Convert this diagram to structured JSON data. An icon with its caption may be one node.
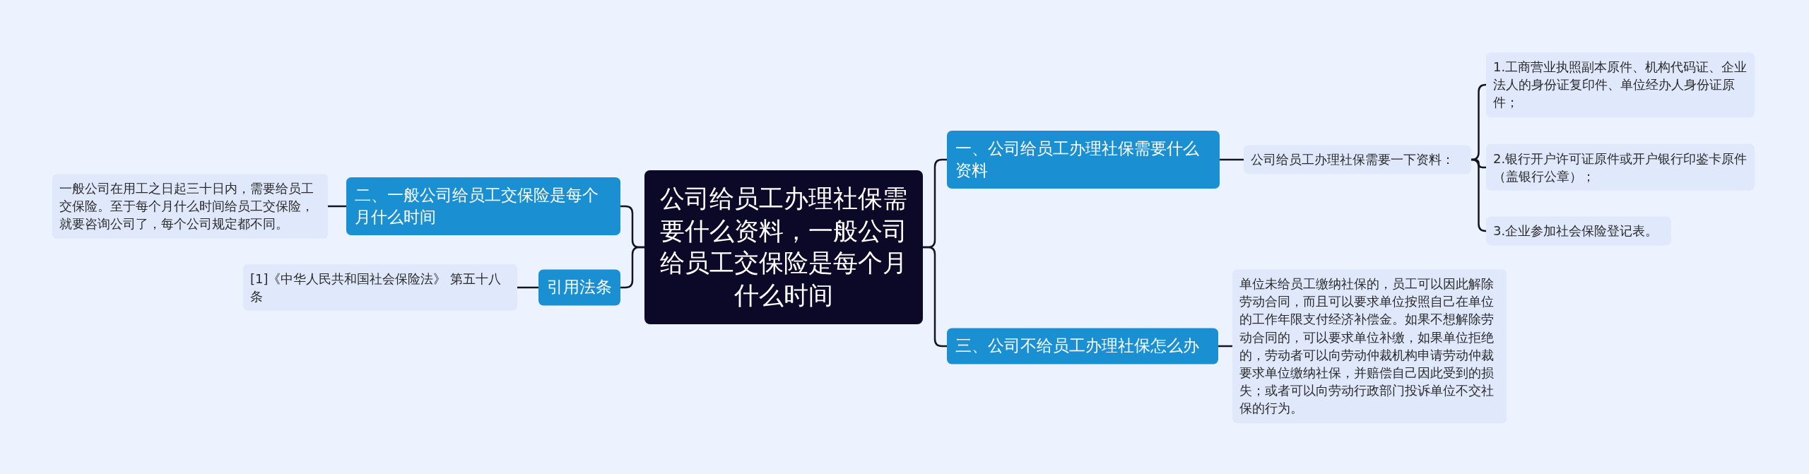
{
  "diagram": {
    "nodes": [
      {
        "text": [
          "公司给员工办理社保需要什么资料，一般公司给员工交保险是每个月什么时间"
        ]
      },
      {
        "text": [
          "一、公司给员工办理社保需要什么资料"
        ]
      },
      {
        "text": [
          "公司给员工办理社保需要一下资料："
        ]
      },
      {
        "text": [
          "1.工商营业执照副本原件、机构代码证、企业法人的身份证复印件、单位经办人身份证原件；"
        ]
      },
      {
        "text": [
          "2.银行开户许可证原件或开户银行印鉴卡原件（盖银行公章）；"
        ]
      },
      {
        "text": [
          "3.企业参加社会保险登记表。"
        ]
      },
      {
        "text": [
          "三、公司不给员工办理社保怎么办"
        ]
      },
      {
        "text": [
          "单位未给员工缴纳社保的，员工可以因此解除劳动合同，而且可以要求单位按照自己在单位的工作年限支付经济补偿金。如果不想解除劳动合同的，可以要求单位补缴，如果单位拒绝的，劳动者可以向劳动仲裁机构申请劳动仲裁要求单位缴纳社保，并赔偿自己因此受到的损失；或者可以向劳动行政部门投诉单位不交社保的行为。"
        ]
      },
      {
        "text": [
          "二、一般公司给员工交保险是每个月什么时间"
        ]
      },
      {
        "text": [
          "一般公司在用工之日起三十日内，需要给员工交保险。至于每个月什么时间给员工交保险，就要咨询公司了，每个公司规定都不同。"
        ]
      },
      {
        "text": [
          "引用法条"
        ]
      },
      {
        "text": [
          "[1]《中华人民共和国社会保险法》 第五十八条"
        ]
      }
    ],
    "edges": [
      {
        "from": 0,
        "to": 1,
        "arrow": "none"
      },
      {
        "from": 1,
        "to": 2,
        "arrow": "none"
      },
      {
        "from": 2,
        "to": 3,
        "arrow": "none"
      },
      {
        "from": 2,
        "to": 4,
        "arrow": "none"
      },
      {
        "from": 2,
        "to": 5,
        "arrow": "none"
      },
      {
        "from": 0,
        "to": 6,
        "arrow": "none"
      },
      {
        "from": 6,
        "to": 7,
        "arrow": "none"
      },
      {
        "from": 0,
        "to": 8,
        "arrow": "none"
      },
      {
        "from": 8,
        "to": 9,
        "arrow": "none"
      },
      {
        "from": 0,
        "to": 10,
        "arrow": "none"
      },
      {
        "from": 10,
        "to": 11,
        "arrow": "none"
      }
    ]
  }
}
